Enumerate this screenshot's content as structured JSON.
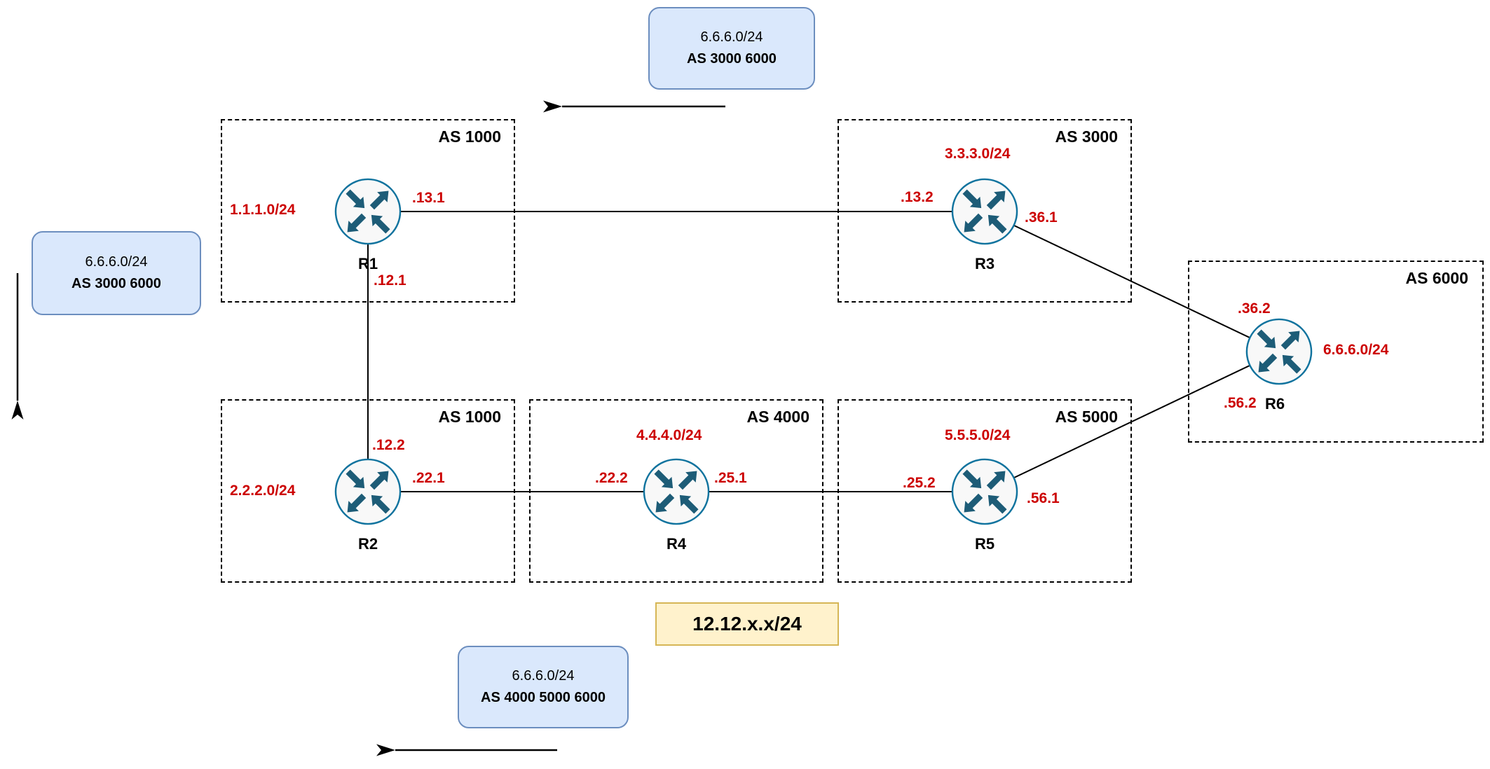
{
  "diagram_type": "BGP AS-path network topology",
  "colors": {
    "red": "#cc0000",
    "callout_fill": "#dae8fc",
    "callout_border": "#6c8ebf",
    "highlight_fill": "#fff2cc",
    "highlight_border": "#d6b656",
    "router_fill": "#f8f8f8",
    "router_stroke": "#10739e",
    "router_arrow": "#1d5c77",
    "line_color": "#000000"
  },
  "callouts": [
    {
      "id": "top",
      "line1": "6.6.6.0/24",
      "line2": "AS 3000 6000"
    },
    {
      "id": "left",
      "line1": "6.6.6.0/24",
      "line2": "AS 3000 6000"
    },
    {
      "id": "bottom",
      "line1": "6.6.6.0/24",
      "line2": "AS 4000 5000 6000"
    }
  ],
  "arrows": [
    {
      "id": "top",
      "direction": "left"
    },
    {
      "id": "left",
      "direction": "down"
    },
    {
      "id": "bottom",
      "direction": "left"
    }
  ],
  "highlight": {
    "text": "12.12.x.x/24"
  },
  "as_boxes": [
    {
      "label": "AS 1000"
    },
    {
      "label": "AS 3000"
    },
    {
      "label": "AS 6000"
    },
    {
      "label": "AS 1000"
    },
    {
      "label": "AS 4000"
    },
    {
      "label": "AS 5000"
    }
  ],
  "routers": [
    {
      "name": "R1",
      "network": "1.1.1.0/24",
      "if_a": ".13.1",
      "if_b": ".12.1"
    },
    {
      "name": "R2",
      "network": "2.2.2.0/24",
      "if_a": ".12.2",
      "if_b": ".22.1"
    },
    {
      "name": "R3",
      "network": "3.3.3.0/24",
      "if_a": ".13.2",
      "if_b": ".36.1"
    },
    {
      "name": "R4",
      "network": "4.4.4.0/24",
      "if_a": ".22.2",
      "if_b": ".25.1"
    },
    {
      "name": "R5",
      "network": "5.5.5.0/24",
      "if_a": ".25.2",
      "if_b": ".56.1"
    },
    {
      "name": "R6",
      "network": "6.6.6.0/24",
      "if_a": ".36.2",
      "if_b": ".56.2"
    }
  ],
  "connections": [
    {
      "from": "R1",
      "to": "R3"
    },
    {
      "from": "R1",
      "to": "R2"
    },
    {
      "from": "R2",
      "to": "R4"
    },
    {
      "from": "R4",
      "to": "R5"
    },
    {
      "from": "R3",
      "to": "R6"
    },
    {
      "from": "R5",
      "to": "R6"
    }
  ]
}
